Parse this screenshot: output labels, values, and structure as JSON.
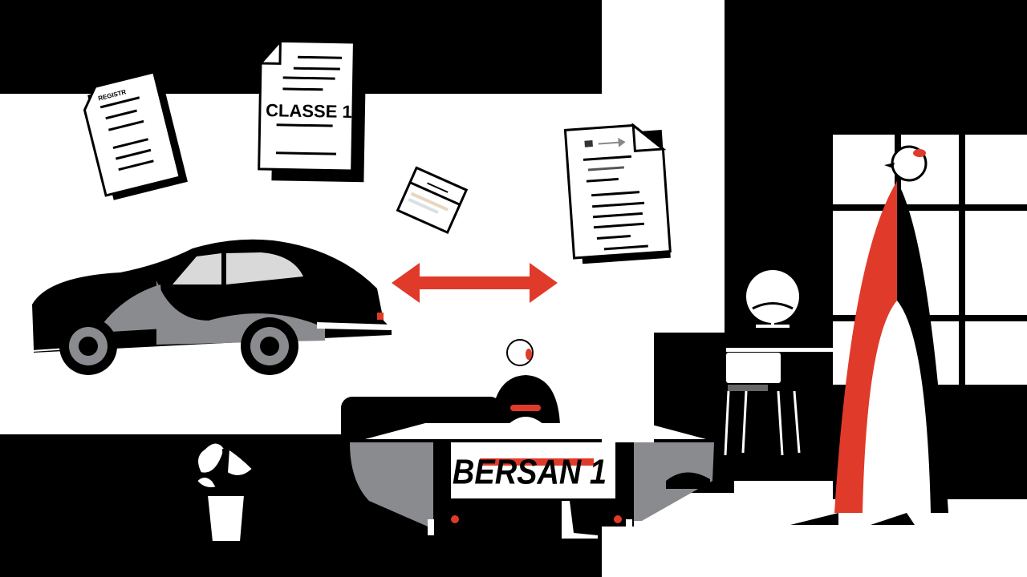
{
  "scene": {
    "description": "Flat black, white and red illustration: a car and a document exchange across an office counter",
    "colors": {
      "black": "#000000",
      "white": "#ffffff",
      "red": "#e03a2a",
      "gray": "#8a8b8f",
      "light_gray": "#d9d9d9"
    }
  },
  "documents": {
    "classe_doc": {
      "label": "CLASSE 1"
    },
    "left_doc": {
      "header": "REGISTR"
    },
    "right_doc": {
      "header": ""
    }
  },
  "desk_sign": {
    "label": "BERSAN 1"
  }
}
